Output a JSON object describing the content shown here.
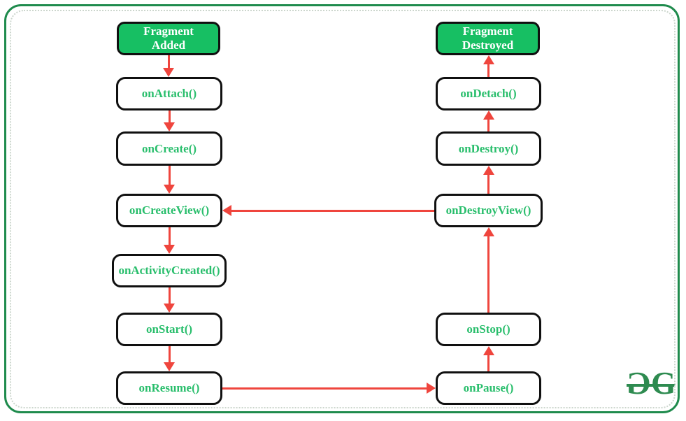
{
  "colors": {
    "state_green": "#17BF63",
    "method_green": "#29BE6C",
    "arrow_red": "#EF453D",
    "frame_green": "#1F8B4D",
    "inner_frame": "#CCD6CD",
    "box_border": "#101010",
    "logo_green": "#2E8B50"
  },
  "diagram": {
    "left_column": [
      {
        "id": "fragment_added",
        "label": "Fragment Added",
        "kind": "state"
      },
      {
        "id": "on_attach",
        "label": "onAttach()",
        "kind": "method"
      },
      {
        "id": "on_create",
        "label": "onCreate()",
        "kind": "method"
      },
      {
        "id": "on_create_view",
        "label": "onCreateView()",
        "kind": "method"
      },
      {
        "id": "on_activity_created",
        "label": "onActivityCreated()",
        "kind": "method"
      },
      {
        "id": "on_start",
        "label": "onStart()",
        "kind": "method"
      },
      {
        "id": "on_resume",
        "label": "onResume()",
        "kind": "method"
      }
    ],
    "right_column": [
      {
        "id": "fragment_destroyed",
        "label": "Fragment Destroyed",
        "kind": "state"
      },
      {
        "id": "on_detach",
        "label": "onDetach()",
        "kind": "method"
      },
      {
        "id": "on_destroy",
        "label": "onDestroy()",
        "kind": "method"
      },
      {
        "id": "on_destroy_view",
        "label": "onDestroyView()",
        "kind": "method"
      },
      {
        "id": "on_stop",
        "label": "onStop()",
        "kind": "method"
      },
      {
        "id": "on_pause",
        "label": "onPause()",
        "kind": "method"
      }
    ],
    "edges": [
      {
        "from": "fragment_added",
        "to": "on_attach"
      },
      {
        "from": "on_attach",
        "to": "on_create"
      },
      {
        "from": "on_create",
        "to": "on_create_view"
      },
      {
        "from": "on_create_view",
        "to": "on_activity_created"
      },
      {
        "from": "on_activity_created",
        "to": "on_start"
      },
      {
        "from": "on_start",
        "to": "on_resume"
      },
      {
        "from": "on_resume",
        "to": "on_pause"
      },
      {
        "from": "on_pause",
        "to": "on_stop"
      },
      {
        "from": "on_stop",
        "to": "on_destroy_view"
      },
      {
        "from": "on_destroy_view",
        "to": "on_create_view"
      },
      {
        "from": "on_destroy_view",
        "to": "on_destroy"
      },
      {
        "from": "on_destroy",
        "to": "on_detach"
      },
      {
        "from": "on_detach",
        "to": "fragment_destroyed"
      }
    ]
  },
  "logo": {
    "g1": "G",
    "g2": "G"
  }
}
